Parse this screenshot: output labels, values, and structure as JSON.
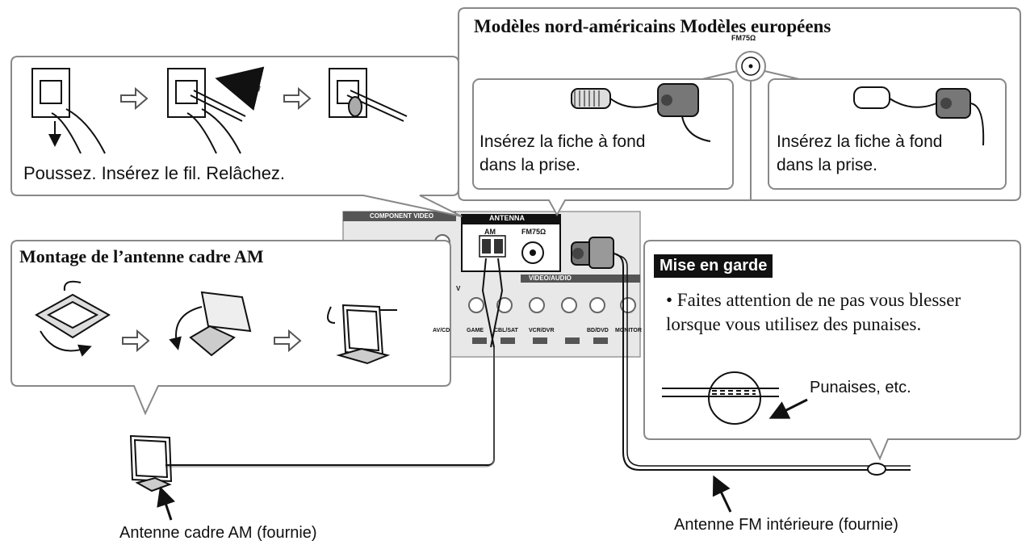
{
  "top_left_panel": {
    "instruction": "Poussez. Insérez le fil. Relâchez."
  },
  "top_right_panel": {
    "title": "Modèles nord-américains Modèles européens",
    "connector_label": "FM75Ω",
    "north_american_instruction": "Insérez la fiche à fond dans la prise.",
    "european_instruction": "Insérez la fiche à fond dans la prise."
  },
  "am_panel": {
    "title": "Montage de l’antenne cadre AM"
  },
  "receiver": {
    "antenna_label": "ANTENNA",
    "am_label": "AM",
    "fm_label": "FM75Ω",
    "section_labels": [
      "COMPONENT VIDEO",
      "VIDEO/AUDIO"
    ],
    "jack_labels": [
      "V",
      "AV/CD",
      "GAME",
      "CBL/SAT",
      "VCR/DVR",
      "BD/DVD",
      "MONITOR"
    ]
  },
  "warning_panel": {
    "badge": "Mise en garde",
    "text": "• Faites attention de ne pas vous blesser lorsque vous utilisez des punaises.",
    "pin_label": "Punaises, etc."
  },
  "captions": {
    "am_antenna": "Antenne cadre AM (fournie)",
    "fm_antenna": "Antenne FM intérieure (fournie)"
  }
}
